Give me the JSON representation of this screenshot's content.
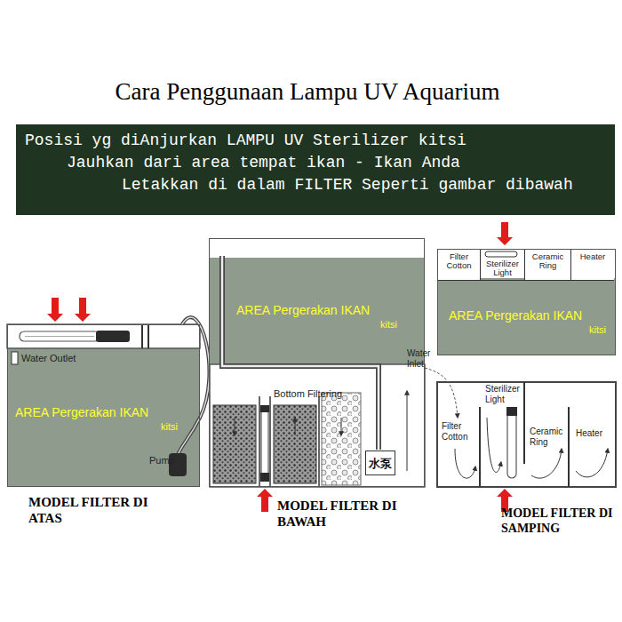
{
  "diagram": {
    "title": "Cara Penggunaan Lampu UV Aquarium",
    "nodes": [
      {
        "text": [
          "Posisi yg diAnjurkan LAMPU UV Sterilizer kitsi",
          "Jauhkan dari area tempat ikan - Ikan Anda",
          "Letakkan di dalam FILTER Seperti gambar dibawah"
        ]
      },
      {
        "text": [
          "AREA Pergerakan IKAN",
          "kitsi"
        ]
      },
      {
        "text": [
          "AREA Pergerakan IKAN",
          "kitsi"
        ]
      },
      {
        "text": [
          "水泵"
        ],
        "in": 2
      },
      {
        "text": [
          "AREA Pergerakan IKAN",
          "kitsi"
        ]
      },
      {
        "text": [
          "Filter Cotton"
        ],
        "in": 4
      },
      {
        "text": [
          "Sterilizer Light"
        ],
        "in": 4
      },
      {
        "text": [
          "Ceramic Ring"
        ],
        "in": 4
      },
      {
        "text": [
          "Heater"
        ],
        "in": 4
      }
    ],
    "labels": [
      "Water Outlet",
      "Pump",
      "MODEL FILTER DI ATAS",
      "Bottom Filtering",
      "MODEL FILTER DI BAWAH",
      "Water Inlet",
      "Filter Cotton",
      "Sterilizer Light",
      "Ceramic Ring",
      "Heater",
      "MODEL FILTER DI SAMPING"
    ]
  }
}
